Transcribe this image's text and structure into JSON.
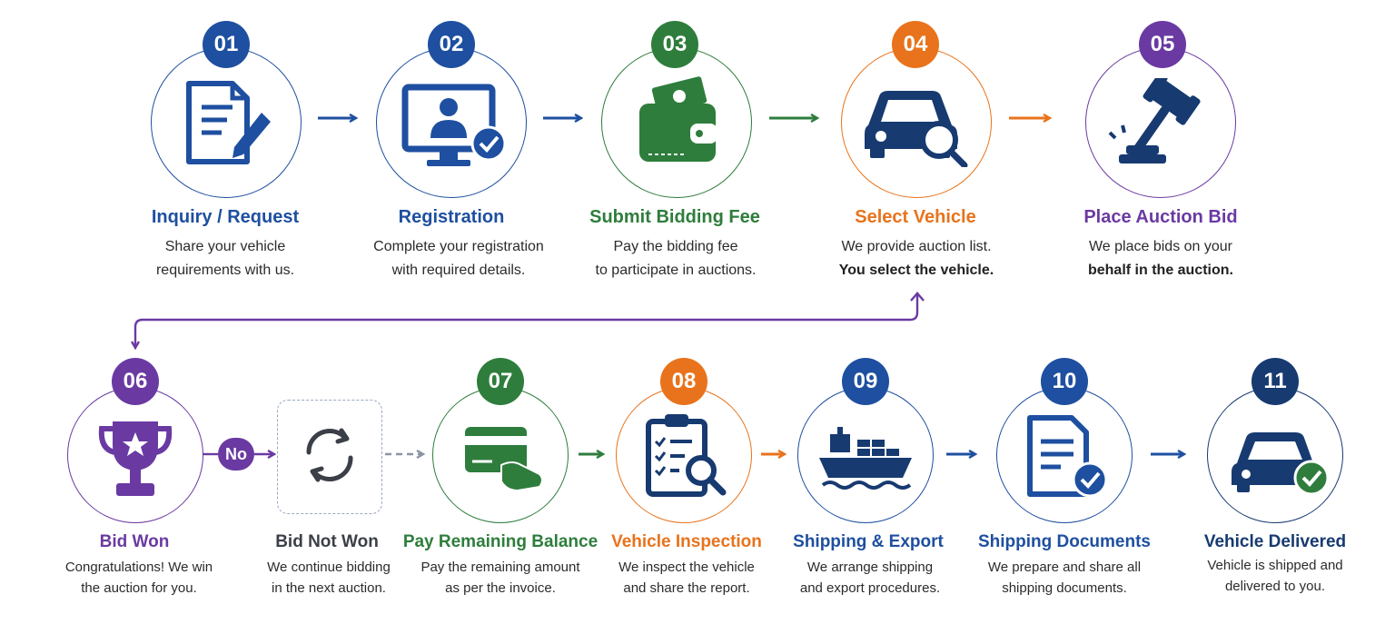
{
  "colors": {
    "blue": "#1e4fa0",
    "green": "#2e7d3c",
    "orange": "#e8731c",
    "purple": "#6a3aa2",
    "dark_navy": "#173a70",
    "gray": "#3b3f47"
  },
  "steps": [
    {
      "number": "01",
      "title": "Inquiry / Request",
      "lines": [
        "Share your vehicle",
        "requirements with us."
      ],
      "icon": "document-pencil-icon"
    },
    {
      "number": "02",
      "title": "Registration",
      "lines": [
        "Complete your registration",
        "with required details."
      ],
      "icon": "monitor-user-check-icon"
    },
    {
      "number": "03",
      "title": "Submit Bidding Fee",
      "lines": [
        "Pay the bidding fee",
        "to participate in auctions."
      ],
      "icon": "wallet-money-icon"
    },
    {
      "number": "04",
      "title": "Select Vehicle",
      "lines": [
        "We provide auction list.",
        "You select the vehicle."
      ],
      "icon": "car-search-icon"
    },
    {
      "number": "05",
      "title": "Place Auction Bid",
      "lines": [
        "We place bids on your",
        "behalf in the auction."
      ],
      "icon": "gavel-icon"
    },
    {
      "number": "06",
      "title": "Bid Won",
      "lines": [
        "Congratulations! We win",
        "the auction for you."
      ],
      "icon": "trophy-icon"
    },
    {
      "number": "",
      "title": "Bid Not Won",
      "lines": [
        "We continue bidding",
        "in the next auction."
      ],
      "icon": "refresh-icon"
    },
    {
      "number": "07",
      "title": "Pay Remaining Balance",
      "lines": [
        "Pay the remaining amount",
        "as per the invoice."
      ],
      "icon": "card-payment-icon"
    },
    {
      "number": "08",
      "title": "Vehicle Inspection",
      "lines": [
        "We inspect the vehicle",
        "and share the report."
      ],
      "icon": "clipboard-inspect-icon"
    },
    {
      "number": "09",
      "title": "Shipping & Export",
      "lines": [
        "We arrange shipping",
        "and export procedures."
      ],
      "icon": "cargo-ship-icon"
    },
    {
      "number": "10",
      "title": "Shipping Documents",
      "lines": [
        "We prepare and share all",
        "shipping documents."
      ],
      "icon": "document-check-icon"
    },
    {
      "number": "11",
      "title": "Vehicle Delivered",
      "lines": [
        "Vehicle is shipped and",
        "delivered to you."
      ],
      "icon": "car-check-icon"
    }
  ],
  "branch_label": "No"
}
